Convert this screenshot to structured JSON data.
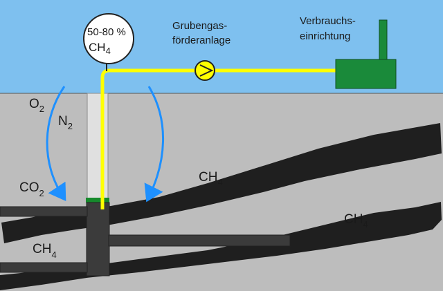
{
  "labels": {
    "concentration_line1": "50-80 %",
    "concentration_base": "CH",
    "concentration_sub": "4",
    "pump_line1": "Grubengas-",
    "pump_line2": "förderanlage",
    "consumer_line1": "Verbrauchs-",
    "consumer_line2": "einrichtung",
    "o2_base": "O",
    "o2_sub": "2",
    "n2_base": "N",
    "n2_sub": "2",
    "co2_base": "CO",
    "co2_sub": "2",
    "ch4_upper_base": "CH",
    "ch4_upper_sub": "4",
    "ch4_right_base": "CH",
    "ch4_right_sub": "4",
    "ch4_left_base": "CH",
    "ch4_left_sub": "4"
  },
  "colors": {
    "sky": "#7ec0ef",
    "ground": "#bdbdbd",
    "seam": "#1f1f1f",
    "gallery": "#3b3b3b",
    "pipe": "#ffff00",
    "arrow": "#1e90ff",
    "consumer": "#1a8a3a",
    "borehole": "#e0e0e0"
  }
}
